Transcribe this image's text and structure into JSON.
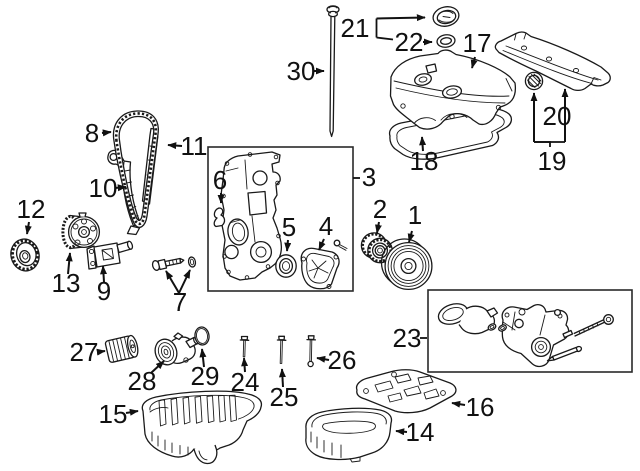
{
  "figure_type": "exploded-engine-parts-diagram",
  "colors": {
    "background": "#ffffff",
    "line_color": "#111111",
    "box_border": "#2a2a2a"
  },
  "callouts": [
    {
      "number": "1"
    },
    {
      "number": "2"
    },
    {
      "number": "3"
    },
    {
      "number": "4"
    },
    {
      "number": "5"
    },
    {
      "number": "6"
    },
    {
      "number": "7"
    },
    {
      "number": "8"
    },
    {
      "number": "9"
    },
    {
      "number": "10"
    },
    {
      "number": "11"
    },
    {
      "number": "12"
    },
    {
      "number": "13"
    },
    {
      "number": "14"
    },
    {
      "number": "15"
    },
    {
      "number": "16"
    },
    {
      "number": "17"
    },
    {
      "number": "18"
    },
    {
      "number": "19"
    },
    {
      "number": "20"
    },
    {
      "number": "21"
    },
    {
      "number": "22"
    },
    {
      "number": "23"
    },
    {
      "number": "24"
    },
    {
      "number": "25"
    },
    {
      "number": "26"
    },
    {
      "number": "27"
    },
    {
      "number": "28"
    },
    {
      "number": "29"
    },
    {
      "number": "30"
    }
  ]
}
